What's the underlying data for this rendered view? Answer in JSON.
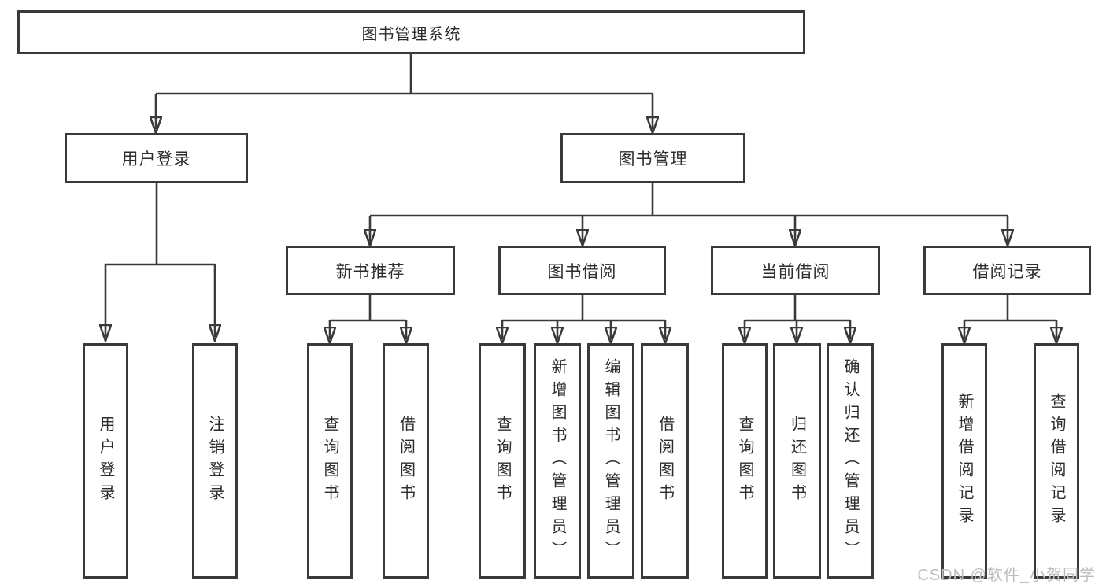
{
  "tree": {
    "root": "图书管理系统",
    "branches": [
      {
        "label": "用户登录",
        "children": [
          "用户登录",
          "注销登录"
        ]
      },
      {
        "label": "图书管理",
        "groups": [
          {
            "label": "新书推荐",
            "children": [
              "查询图书",
              "借阅图书"
            ]
          },
          {
            "label": "图书借阅",
            "children": [
              "查询图书",
              "新增图书（管理员）",
              "编辑图书（管理员）",
              "借阅图书"
            ]
          },
          {
            "label": "当前借阅",
            "children": [
              "查询图书",
              "归还图书",
              "确认归还（管理员）"
            ]
          },
          {
            "label": "借阅记录",
            "children": [
              "新增借阅记录",
              "查询借阅记录"
            ]
          }
        ]
      }
    ]
  },
  "watermark": "CSDN @软件_小贺同学",
  "colors": {
    "line": "#3a3a3a",
    "text": "#2d2d2d",
    "watermark": "#bdbdbd",
    "background": "#ffffff"
  }
}
